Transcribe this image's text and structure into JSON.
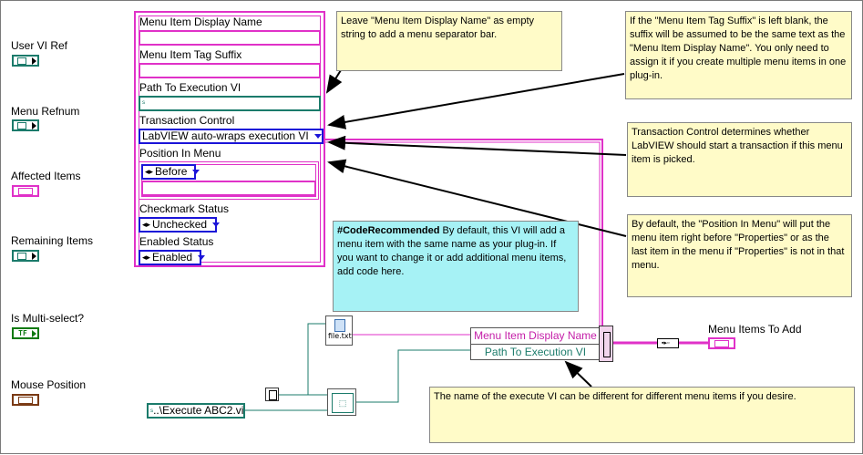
{
  "terminals": [
    {
      "label": "User VI Ref"
    },
    {
      "label": "Menu Refnum"
    },
    {
      "label": "Affected Items"
    },
    {
      "label": "Remaining Items"
    },
    {
      "label": "Is Multi-select?",
      "glyph": "TF"
    },
    {
      "label": "Mouse Position"
    }
  ],
  "cluster": {
    "display_name_label": "Menu Item Display Name",
    "tag_suffix_label": "Menu Item Tag Suffix",
    "path_label": "Path To Execution VI",
    "transaction_label": "Transaction Control",
    "transaction_value": "LabVIEW auto-wraps execution VI",
    "position_label": "Position In Menu",
    "position_value": "Before",
    "checkmark_label": "Checkmark Status",
    "checkmark_value": "Unchecked",
    "enabled_label": "Enabled Status",
    "enabled_value": "Enabled"
  },
  "notes": {
    "empty_name": "Leave \"Menu Item Display Name\" as empty string to add a menu separator bar.",
    "tag_suffix": "If the \"Menu Item Tag Suffix\" is left blank, the suffix will be assumed to be the same text as the \"Menu Item Display Name\". You only need to assign it if you create multiple menu items in one plug-in.",
    "transaction": "Transaction Control determines whether LabVIEW should start a transaction if this menu item is picked.",
    "position": "By default, the \"Position In Menu\" will put the menu item right before \"Properties\" or as the last item in the menu if \"Properties\" is not in that menu.",
    "code_recommended_bold": "#CodeRecommended",
    "code_recommended": " By default, this VI will add a menu item with the same name as your plug-in. If you want to change it or add additional menu items, add code here.",
    "execute_vi": "The name of the execute VI can be different for different menu items if you desire."
  },
  "diagram": {
    "file_node_label": "file.txt",
    "path_constant": "..\\Execute ABC2.vi",
    "bundle_item_1": "Menu Item Display Name",
    "bundle_item_2": "Path To Execution VI",
    "output_label": "Menu Items To Add"
  },
  "colors": {
    "pink_wire": "#e031c8",
    "teal_wire": "#1b7b6b",
    "enum_blue": "#1b14d8",
    "note_yellow": "#fffbc8",
    "note_cyan": "#a6f2f5"
  }
}
